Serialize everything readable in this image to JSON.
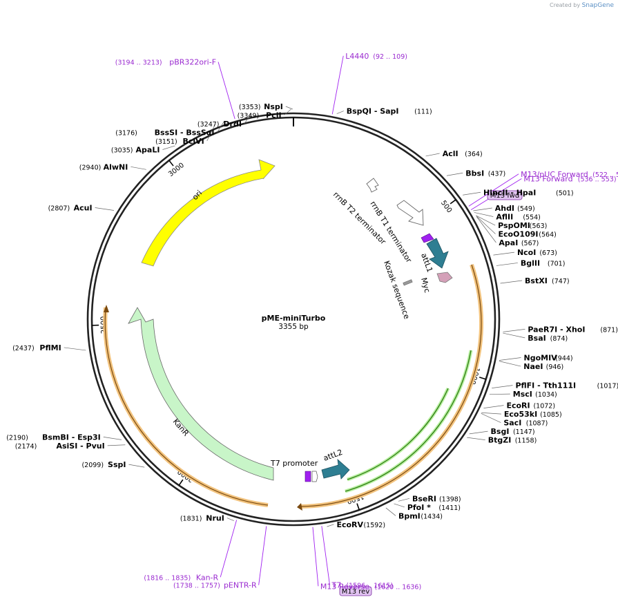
{
  "app": {
    "created_by": "Created by",
    "brand": "SnapGene"
  },
  "plasmid": {
    "name": "pME-miniTurbo",
    "length_label": "3355 bp",
    "total_bp": 3355
  },
  "ticks": [
    500,
    1000,
    1500,
    2000,
    2500,
    3000
  ],
  "colors": {
    "primer": "#a020f0",
    "ori": "#ffff00",
    "kanr": "#c8f5c8",
    "attl": "#2e7e92",
    "myc": "#d4a0b8",
    "orf": "#e8a33c",
    "orf_inner": "#3a8c1a"
  },
  "sites": [
    {
      "name": "NspI",
      "pos": "(3353)",
      "bp": 3353,
      "side": "left"
    },
    {
      "name": "PciI",
      "pos": "(3349)",
      "bp": 3349,
      "side": "left"
    },
    {
      "name": "DrdI",
      "pos": "(3247)",
      "bp": 3247,
      "side": "left"
    },
    {
      "name": "BssSI   - BssSαI",
      "pos": "(3176)",
      "bp": 3176,
      "side": "left"
    },
    {
      "name": "BciVI",
      "pos": "(3151)",
      "bp": 3151,
      "side": "left"
    },
    {
      "name": "ApaLI",
      "pos": "(3035)",
      "bp": 3035,
      "side": "left"
    },
    {
      "name": "AlwNI",
      "pos": "(2940)",
      "bp": 2940,
      "side": "left"
    },
    {
      "name": "AcuI",
      "pos": "(2807)",
      "bp": 2807,
      "side": "left"
    },
    {
      "name": "PflMI",
      "pos": "(2437)",
      "bp": 2437,
      "side": "left"
    },
    {
      "name": "BsmBI   - Esp3I",
      "pos": "(2190)",
      "bp": 2190,
      "side": "left"
    },
    {
      "name": "AsiSI   - PvuI",
      "pos": "(2174)",
      "bp": 2174,
      "side": "left"
    },
    {
      "name": "SspI",
      "pos": "(2099)",
      "bp": 2099,
      "side": "left"
    },
    {
      "name": "NruI",
      "pos": "(1831)",
      "bp": 1831,
      "side": "left"
    },
    {
      "name": "BspQI   - SapI",
      "pos": "(111)",
      "bp": 111,
      "side": "right"
    },
    {
      "name": "AclI",
      "pos": "(364)",
      "bp": 364,
      "side": "right"
    },
    {
      "name": "BbsI",
      "pos": "(437)",
      "bp": 437,
      "side": "right"
    },
    {
      "name": "HincII   - HpaI",
      "pos": "(501)",
      "bp": 501,
      "side": "right"
    },
    {
      "name": "AhdI",
      "pos": "(549)",
      "bp": 549,
      "side": "right"
    },
    {
      "name": "AflII",
      "pos": "(554)",
      "bp": 554,
      "side": "right"
    },
    {
      "name": "PspOMI",
      "pos": "(563)",
      "bp": 563,
      "side": "right"
    },
    {
      "name": "EcoO109I",
      "pos": "(564)",
      "bp": 564,
      "side": "right"
    },
    {
      "name": "ApaI",
      "pos": "(567)",
      "bp": 567,
      "side": "right"
    },
    {
      "name": "NcoI",
      "pos": "(673)",
      "bp": 673,
      "side": "right"
    },
    {
      "name": "BglII",
      "pos": "(701)",
      "bp": 701,
      "side": "right"
    },
    {
      "name": "BstXI",
      "pos": "(747)",
      "bp": 747,
      "side": "right"
    },
    {
      "name": "PaeR7I   - XhoI",
      "pos": "(871)",
      "bp": 871,
      "side": "right"
    },
    {
      "name": "BsaI",
      "pos": "(874)",
      "bp": 874,
      "side": "right"
    },
    {
      "name": "NgoMIV",
      "pos": "(944)",
      "bp": 944,
      "side": "right"
    },
    {
      "name": "NaeI",
      "pos": "(946)",
      "bp": 946,
      "side": "right"
    },
    {
      "name": "PflFI   - Tth111I",
      "pos": "(1017)",
      "bp": 1017,
      "side": "right"
    },
    {
      "name": "MscI",
      "pos": "(1034)",
      "bp": 1034,
      "side": "right"
    },
    {
      "name": "EcoRI",
      "pos": "(1072)",
      "bp": 1072,
      "side": "right"
    },
    {
      "name": "Eco53kI",
      "pos": "(1085)",
      "bp": 1085,
      "side": "right"
    },
    {
      "name": "SacI",
      "pos": "(1087)",
      "bp": 1087,
      "side": "right"
    },
    {
      "name": "BsgI",
      "pos": "(1147)",
      "bp": 1147,
      "side": "right"
    },
    {
      "name": "BtgZI",
      "pos": "(1158)",
      "bp": 1158,
      "side": "right"
    },
    {
      "name": "BseRI",
      "pos": "(1398)",
      "bp": 1398,
      "side": "right"
    },
    {
      "name": "PfoI *",
      "pos": "(1411)",
      "bp": 1411,
      "side": "right"
    },
    {
      "name": "BpmI",
      "pos": "(1434)",
      "bp": 1434,
      "side": "right"
    },
    {
      "name": "EcoRV",
      "pos": "(1592)",
      "bp": 1592,
      "side": "right"
    }
  ],
  "primers": [
    {
      "name": "L4440",
      "pos": "(92 .. 109)",
      "bp": 100
    },
    {
      "name": "pBR322ori-F",
      "pos": "(3194 .. 3213)",
      "bp": 3203
    },
    {
      "name": "M13/pUC Forward",
      "pos": "(522 .. 544)",
      "bp": 533
    },
    {
      "name": "M13 Forward",
      "pos": "(536 .. 553)",
      "bp": 544
    },
    {
      "name": "T7",
      "pos": "(1596 .. 1615)",
      "bp": 1605
    },
    {
      "name": "M13 Reverse",
      "pos": "(1620 .. 1636)",
      "bp": 1628
    },
    {
      "name": "Kan-R",
      "pos": "(1816 .. 1835)",
      "bp": 1825
    },
    {
      "name": "pENTR-R",
      "pos": "(1738 .. 1757)",
      "bp": 1747
    }
  ],
  "primer_boxes": {
    "fwd": "M13 fwd",
    "rev": "M13 rev"
  },
  "features": {
    "ori": "ori",
    "kanr": "KanR",
    "rrnb_t2": "rrnB T2 terminator",
    "rrnb_t1": "rrnB T1 terminator",
    "attl1": "attL1",
    "myc": "Myc",
    "kozak": "Kozak sequence",
    "t7_promoter": "T7 promoter",
    "attl2": "attL2"
  }
}
